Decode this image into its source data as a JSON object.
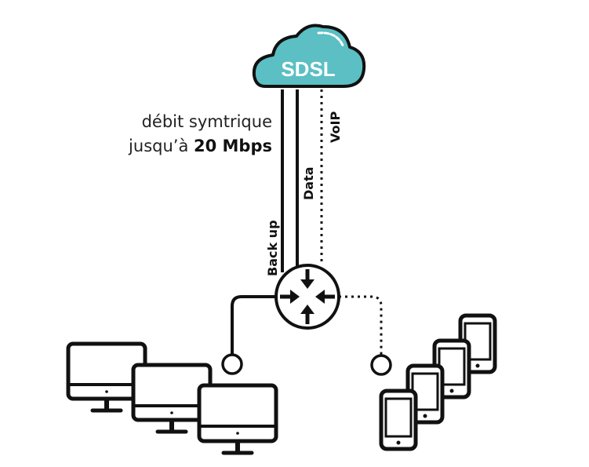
{
  "cloud": {
    "label": "SDSL",
    "fill": "#5bbfc4"
  },
  "caption": {
    "line1": "débit symtrique",
    "line2_prefix": "jusqu’à ",
    "line2_bold": "20 Mbps"
  },
  "links": {
    "backup": "Back up",
    "data": "Data",
    "voip": "VoIP"
  },
  "colors": {
    "stroke": "#111111",
    "background": "#ffffff"
  },
  "icons": {
    "cloud": "cloud-icon",
    "router": "router-icon",
    "computer": "desktop-monitor-icon",
    "phone": "smartphone-icon"
  }
}
